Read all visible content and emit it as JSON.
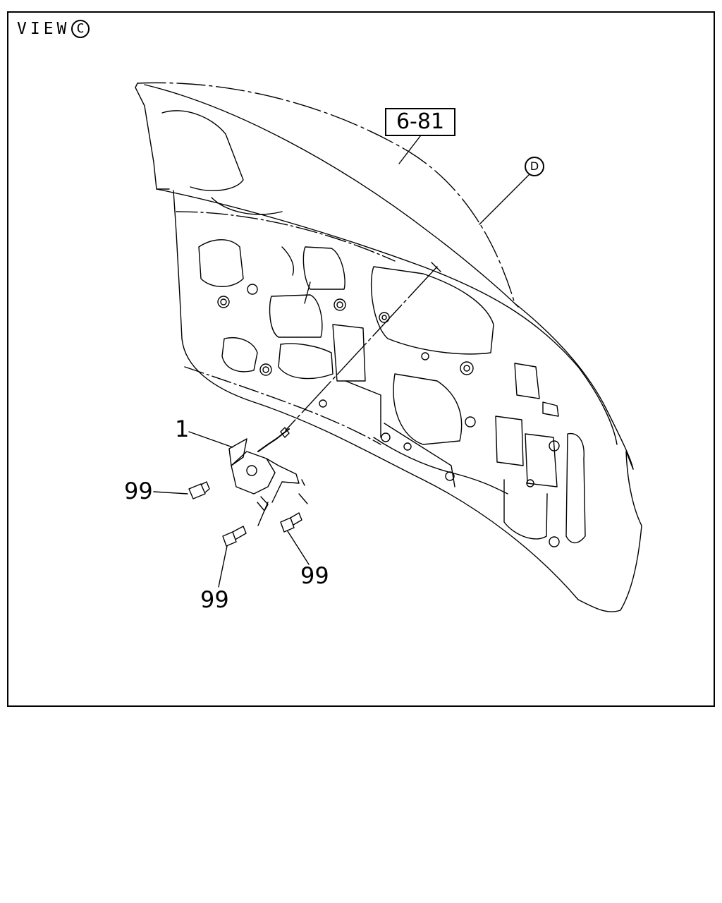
{
  "view": {
    "label": "VIEW",
    "letter": "C"
  },
  "reference": {
    "box_label": "6-81",
    "circle_label": "D"
  },
  "callouts": {
    "part_1": "1",
    "bolt_a": "99",
    "bolt_b": "99",
    "bolt_c": "99"
  },
  "colors": {
    "line": "#000000",
    "background": "#ffffff"
  }
}
